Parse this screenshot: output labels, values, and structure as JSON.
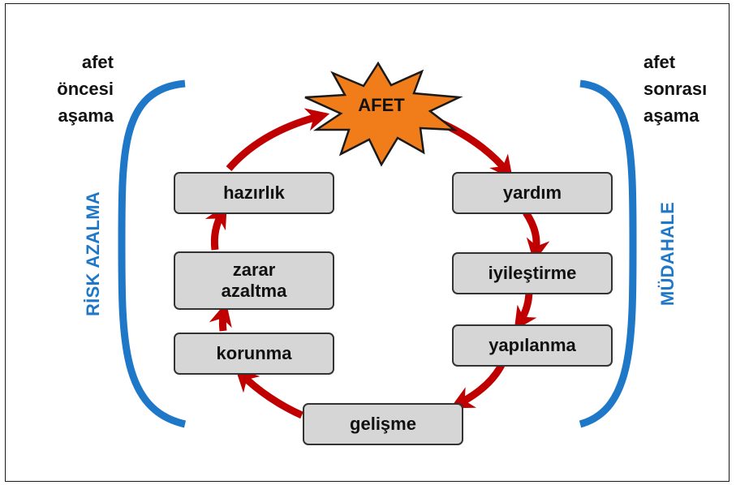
{
  "phases": {
    "before": [
      "afet",
      "öncesi",
      "aşama"
    ],
    "after": [
      "afet",
      "sonrası",
      "aşama"
    ]
  },
  "sides": {
    "left": "RİSK AZALMA",
    "right": "MÜDAHALE"
  },
  "center": "AFET",
  "stages": {
    "hazirlik": "hazırlık",
    "zarar_1": "zarar",
    "zarar_2": "azaltma",
    "korunma": "korunma",
    "yardim": "yardım",
    "iyilestirme": "iyileştirme",
    "yapilanma": "yapılanma",
    "gelisme": "gelişme"
  },
  "colors": {
    "arrow": "#c00000",
    "bracket": "#1f77c8",
    "box_fill": "#d6d6d6",
    "star_fill": "#f07d1a"
  }
}
